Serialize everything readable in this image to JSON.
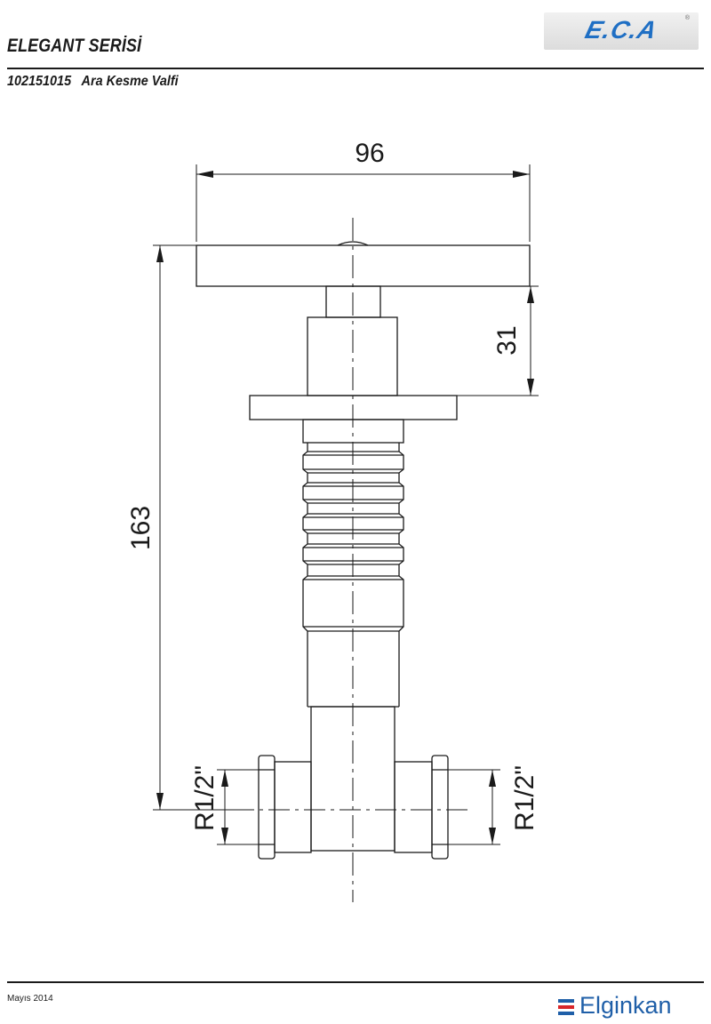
{
  "header": {
    "series_title": "ELEGANT SERİSİ",
    "product_code": "102151015",
    "product_name": "Ara Kesme Valfi",
    "logo_text": "E.C.A",
    "logo_reg": "®"
  },
  "drawing": {
    "dim_width": "96",
    "dim_height": "163",
    "dim_depth": "31",
    "thread_left": "R1/2\"",
    "thread_right": "R1/2\""
  },
  "footer": {
    "date": "Mayıs 2014",
    "brand": "Elginkan"
  },
  "colors": {
    "brand_blue": "#1f5fa8",
    "brand_red": "#d8262a",
    "line": "#1a1a1a"
  }
}
